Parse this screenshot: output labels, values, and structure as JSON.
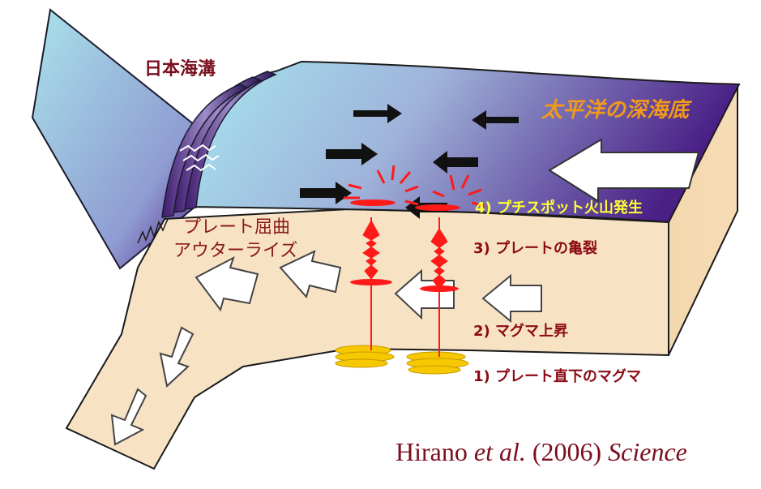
{
  "labels": {
    "trench": "日本海溝",
    "seafloor": "太平洋の深海底",
    "bending_line1": "プレート屈曲",
    "bending_line2": "アウターライズ",
    "step4": "4) プチスポット火山発生",
    "step3": "3) プレートの亀裂",
    "step2": "2) マグマ上昇",
    "step1": "1) プレート直下のマグマ"
  },
  "citation": {
    "authors": "Hirano",
    "etal": "et al.",
    "year": "(2006)",
    "journal": "Science"
  },
  "colors": {
    "trench_label": "#7a0f1f",
    "seafloor_label": "#f29a1a",
    "step_label": "#8b0a14",
    "step4_label": "#ffff33",
    "bending_label": "#8b1a1a",
    "plate_body": "#f8e2c4",
    "plate_top": "#f9e6cc",
    "magma": "#f5c800",
    "crack": "#ff1a1a",
    "citation": "#7a0f1f"
  }
}
